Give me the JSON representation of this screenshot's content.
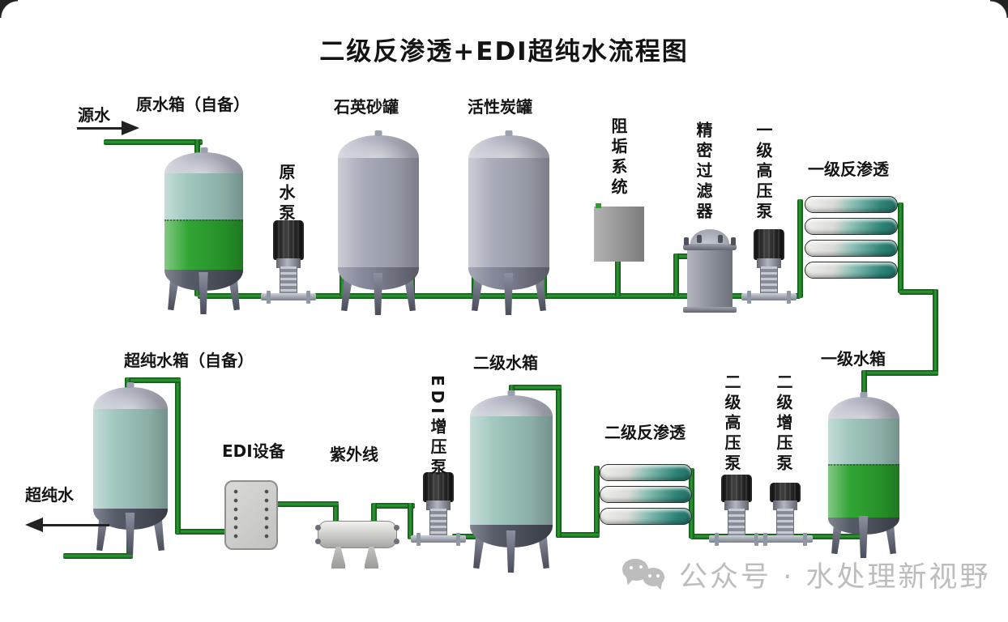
{
  "title": "二级反渗透+EDI超纯水流程图",
  "labels": {
    "source_water": "源水",
    "raw_water_tank": "原水箱（自备）",
    "raw_water_pump": "原水泵",
    "quartz_sand_tank": "石英砂罐",
    "activated_carbon_tank": "活性炭罐",
    "antiscalant_system": "阻垢系统",
    "precision_filter": "精密过滤器",
    "stage1_hp_pump": "一级高压泵",
    "stage1_ro": "一级反渗透",
    "stage1_tank": "一级水箱",
    "stage2_booster_pump": "二级增压泵",
    "stage2_hp_pump": "二级高压泵",
    "stage2_ro": "二级反渗透",
    "stage2_tank": "二级水箱",
    "edi_booster_pump": "EDI增压泵",
    "edi_unit": "EDI设备",
    "uv_sterilizer": "紫外线",
    "ultrapure_tank": "超纯水箱（自备）",
    "ultrapure_water_out": "超纯水"
  },
  "watermark": {
    "icon": "wechat-icon",
    "text": "公众号 · 水处理新视野"
  },
  "colors": {
    "background": "#ffffff",
    "label_black": "#141414",
    "pipe_dark": "#0d5212",
    "pipe_light": "#2f9c35",
    "tank_silver": "#b6b9c6",
    "tank_teal": "#9cc4bc",
    "tank_green": "#2aa22d",
    "tank_gray": "#a6a9b8",
    "tank_dark": "#575c69",
    "membrane_teal": "#2e8276",
    "watermark_gray": "#bdbdbd"
  }
}
